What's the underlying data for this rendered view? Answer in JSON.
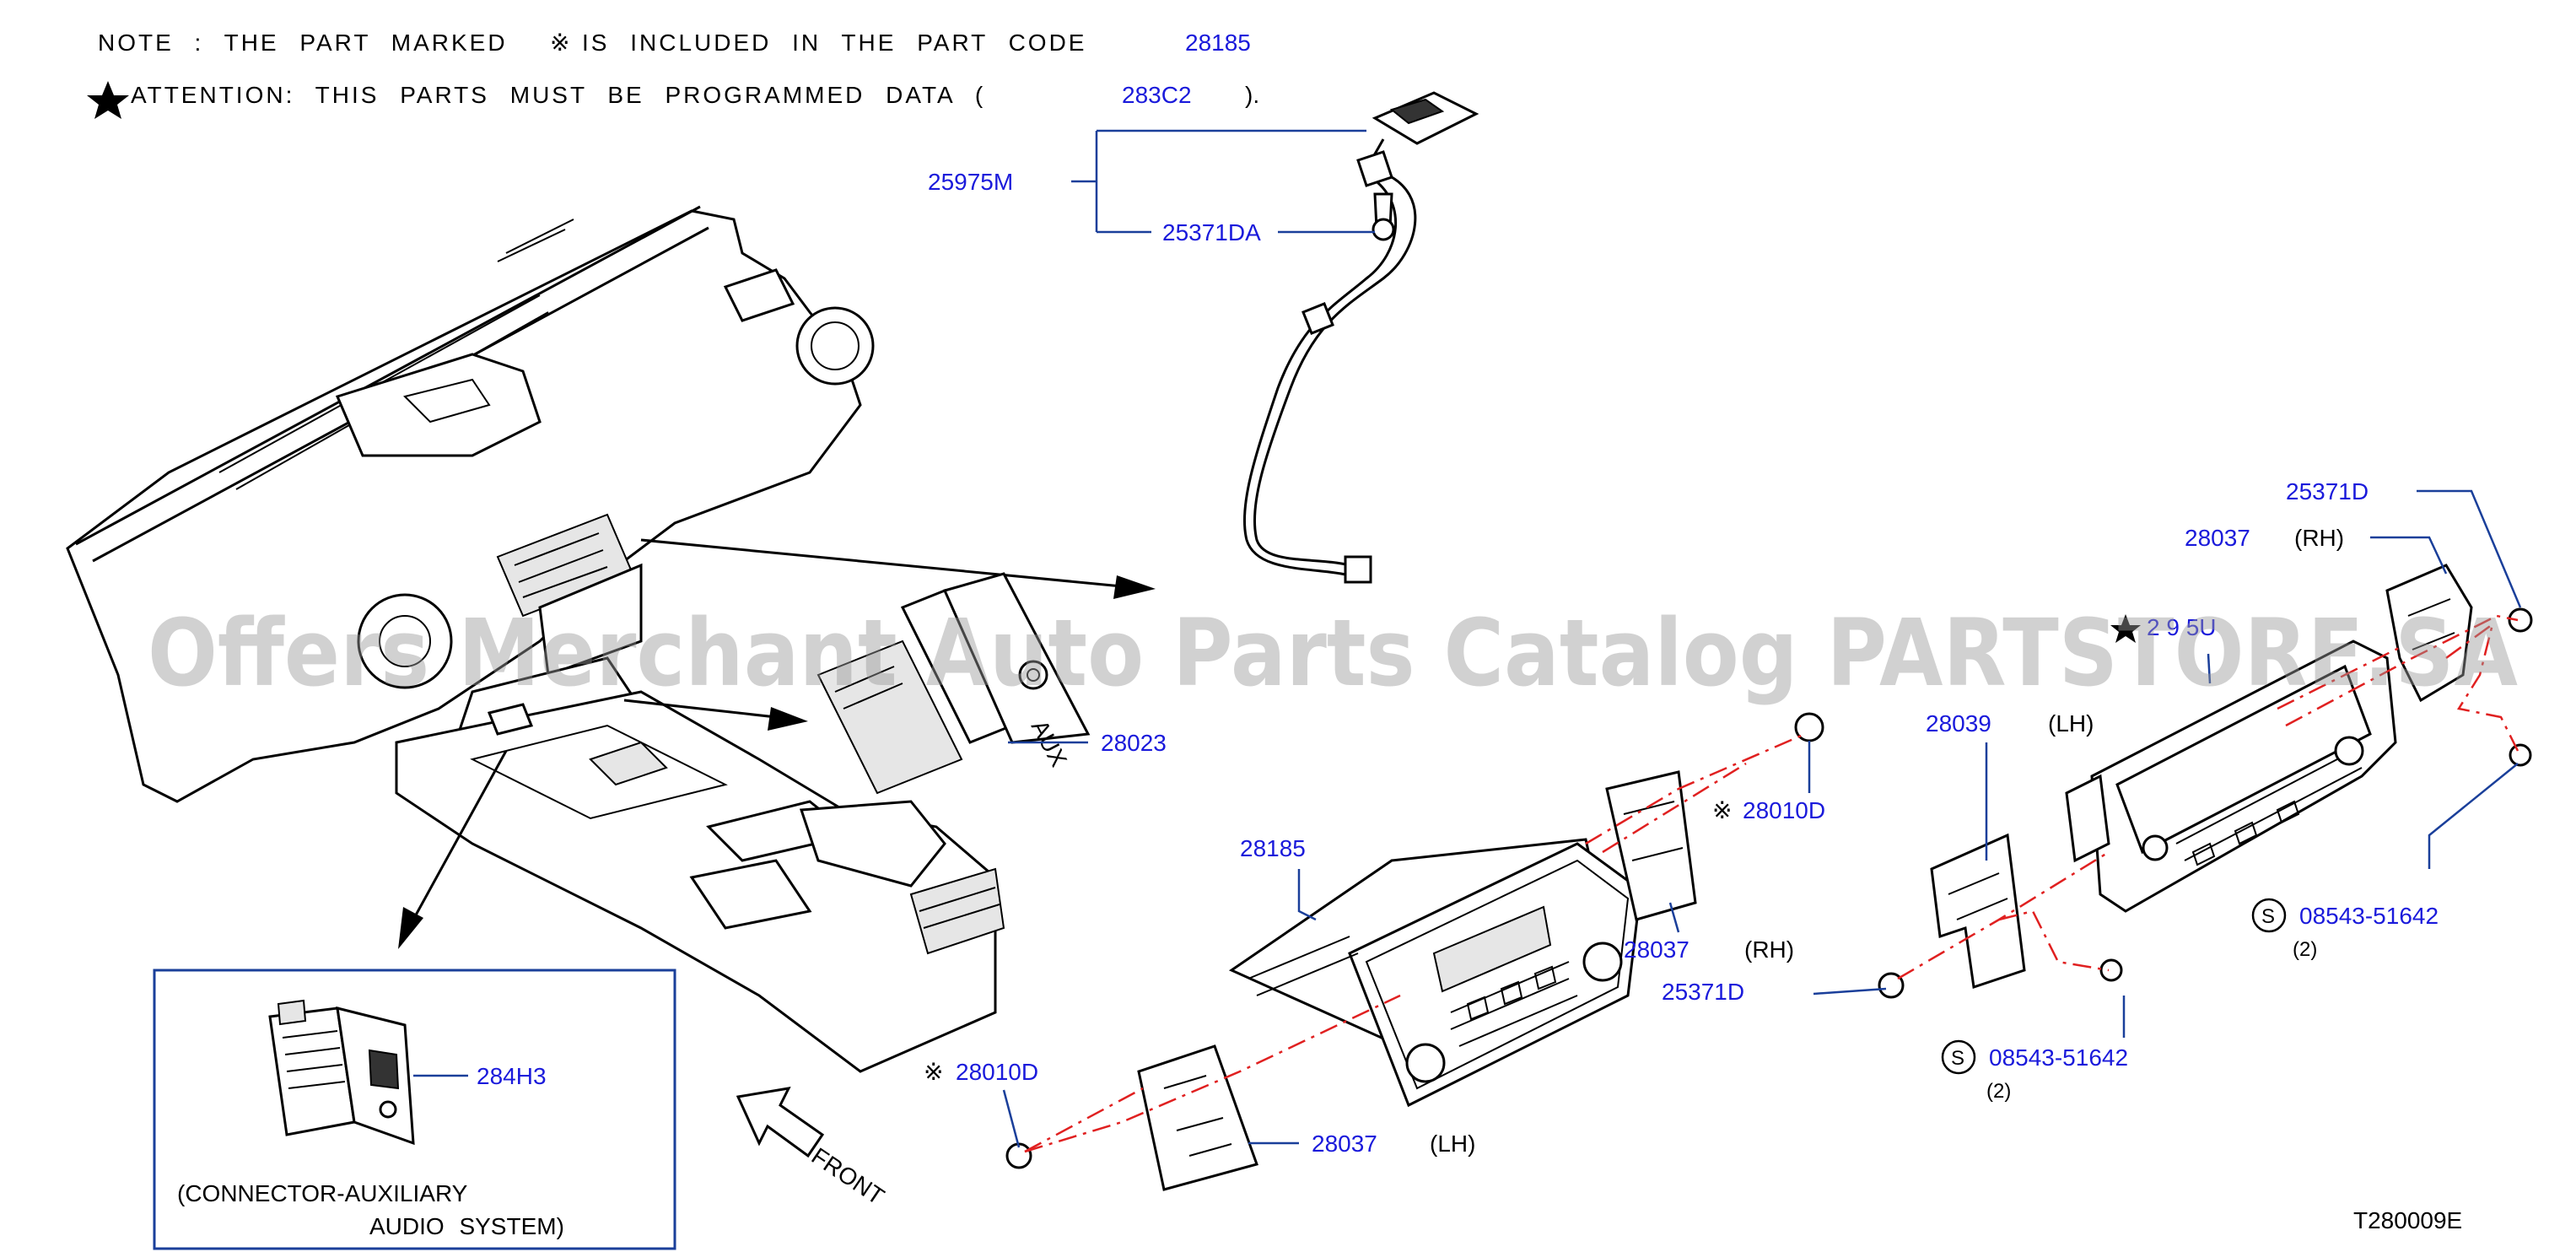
{
  "notes": {
    "note_prefix": "NOTE : THE PART MARKED",
    "note_mark": "※",
    "note_suffix": "IS INCLUDED IN THE PART CODE",
    "note_code": "28185",
    "attention_prefix": "ATTENTION: THIS PARTS MUST BE PROGRAMMED DATA (",
    "attention_code": "283C2",
    "attention_suffix": ")."
  },
  "labels": {
    "p25975M": "25975M",
    "p25371DA": "25371DA",
    "p28023": "28023",
    "p284H3": "284H3",
    "connector_line1": "(CONNECTOR-AUXILIARY",
    "connector_line2": "AUDIO SYSTEM)",
    "front": "FRONT",
    "p28185": "28185",
    "p28010D_right": "28010D",
    "p28010D_left": "28010D",
    "p28037_rh_mid": "28037",
    "rh_mid": "(RH)",
    "p25371D_mid": "25371D",
    "p28037_lh_mid": "28037",
    "lh_mid": "(LH)",
    "p25371D_top": "25371D",
    "p28037_rh_top": "28037",
    "rh_top": "(RH)",
    "p2895U_partial": "2 9 5U",
    "p28039": "28039",
    "lh_28039": "(LH)",
    "p08543_right": "08543-51642",
    "qty_right": "(2)",
    "p08543_mid": "08543-51642",
    "qty_mid": "(2)",
    "s_mark": "S",
    "kome_mark": "※",
    "diagram_id": "T280009E"
  },
  "watermark": "Offers Merchant Auto Parts Catalog PARTSTORE.SA",
  "colors": {
    "part_code": "#1a1adb",
    "leader_line": "#1a3f9a",
    "assembly_line": "#e02020",
    "watermark": "#9a9a9a"
  }
}
